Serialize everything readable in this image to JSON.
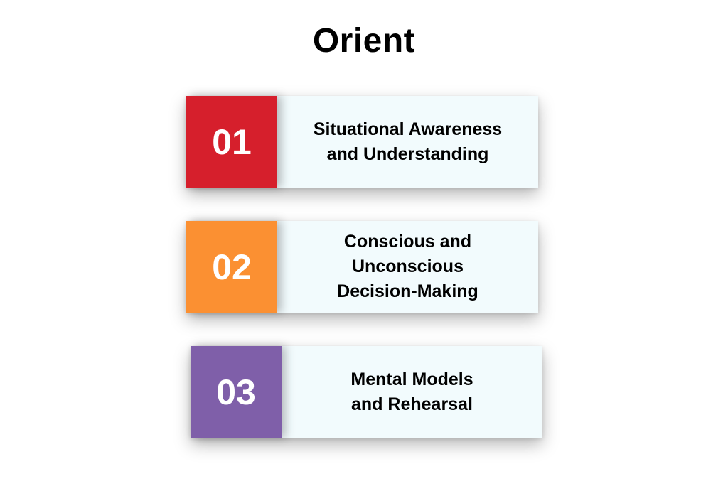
{
  "title": "Orient",
  "items": [
    {
      "number": "01",
      "label": "Situational Awareness\nand Understanding",
      "color": "#d61f2c"
    },
    {
      "number": "02",
      "label": "Conscious and\nUnconscious\nDecision-Making",
      "color": "#fb9032"
    },
    {
      "number": "03",
      "label": "Mental Models\nand Rehearsal",
      "color": "#7f5fa9"
    }
  ]
}
